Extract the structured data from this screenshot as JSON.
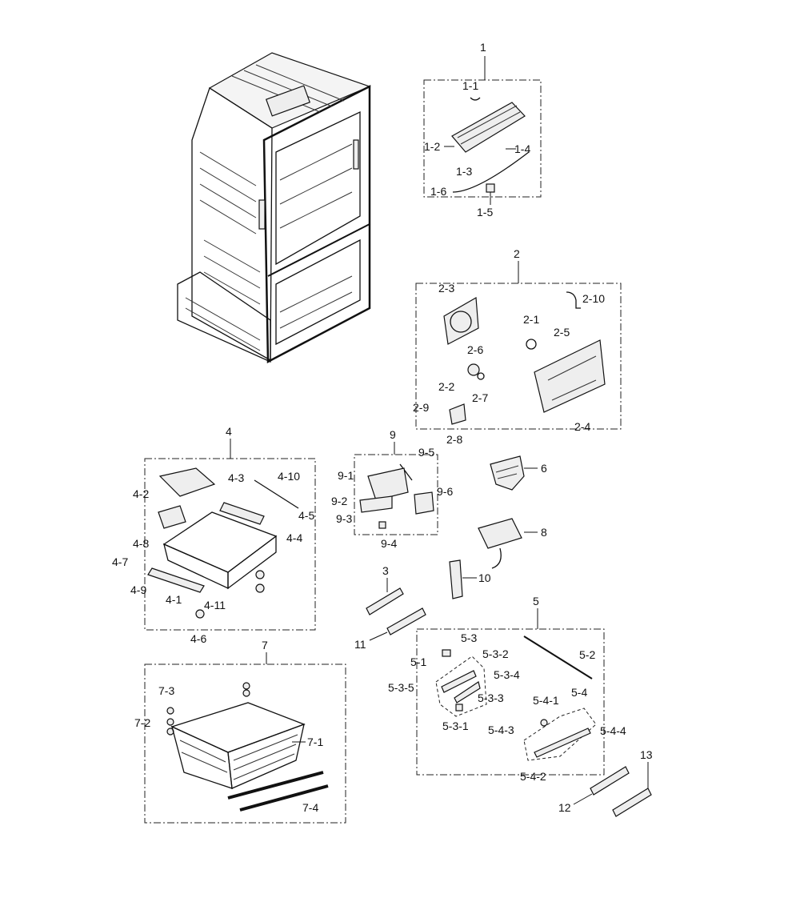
{
  "callouts": {
    "g1": "1",
    "g1_1": "1-1",
    "g1_2": "1-2",
    "g1_3": "1-3",
    "g1_4": "1-4",
    "g1_5": "1-5",
    "g1_6": "1-6",
    "g2": "2",
    "g2_1": "2-1",
    "g2_2": "2-2",
    "g2_3": "2-3",
    "g2_4": "2-4",
    "g2_5": "2-5",
    "g2_6": "2-6",
    "g2_7": "2-7",
    "g2_8": "2-8",
    "g2_9": "2-9",
    "g2_10": "2-10",
    "g3": "3",
    "g4": "4",
    "g4_1": "4-1",
    "g4_2": "4-2",
    "g4_3": "4-3",
    "g4_4": "4-4",
    "g4_5": "4-5",
    "g4_6": "4-6",
    "g4_7": "4-7",
    "g4_8": "4-8",
    "g4_9": "4-9",
    "g4_10": "4-10",
    "g4_11": "4-11",
    "g5": "5",
    "g5_1": "5-1",
    "g5_2": "5-2",
    "g5_3": "5-3",
    "g5_3_1": "5-3-1",
    "g5_3_2": "5-3-2",
    "g5_3_3": "5-3-3",
    "g5_3_4": "5-3-4",
    "g5_3_5": "5-3-5",
    "g5_4": "5-4",
    "g5_4_1": "5-4-1",
    "g5_4_2": "5-4-2",
    "g5_4_3": "5-4-3",
    "g5_4_4": "5-4-4",
    "g6": "6",
    "g7": "7",
    "g7_1": "7-1",
    "g7_2": "7-2",
    "g7_3": "7-3",
    "g7_4": "7-4",
    "g8": "8",
    "g9": "9",
    "g9_1": "9-1",
    "g9_2": "9-2",
    "g9_3": "9-3",
    "g9_4": "9-4",
    "g9_5": "9-5",
    "g9_6": "9-6",
    "g10": "10",
    "g11": "11",
    "g12": "12",
    "g13": "13"
  }
}
